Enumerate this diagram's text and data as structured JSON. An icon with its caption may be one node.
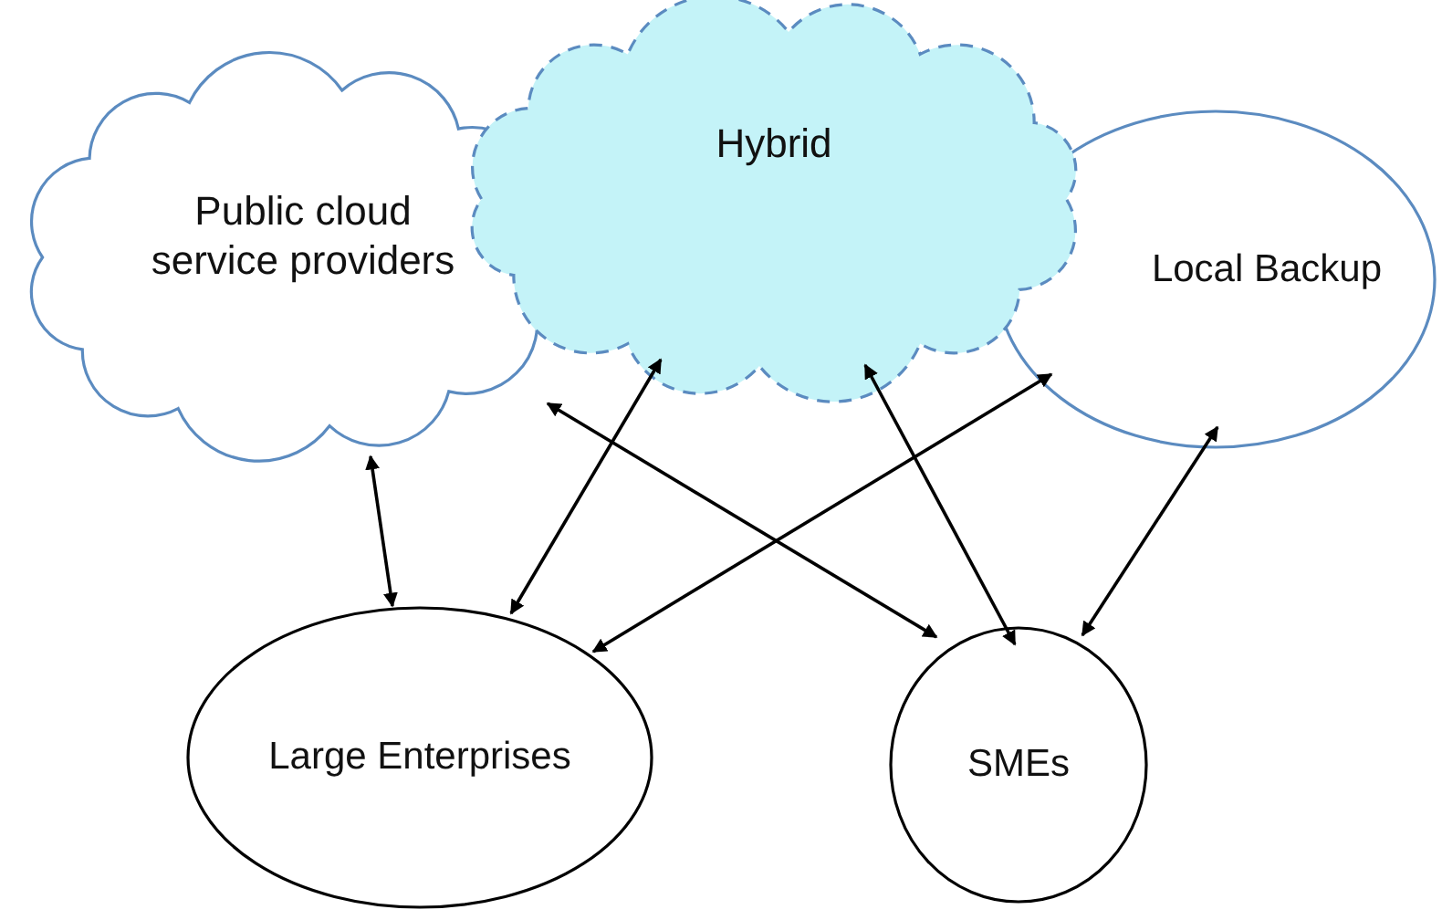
{
  "diagram": {
    "nodes": [
      {
        "text": [
          "Public cloud service providers"
        ]
      },
      {
        "text": [
          "Hybrid"
        ]
      },
      {
        "text": [
          "Local Backup"
        ]
      },
      {
        "text": [
          "Large Enterprises"
        ]
      },
      {
        "text": [
          "SMEs"
        ]
      }
    ],
    "edges": [
      {
        "from": 0,
        "to": 3,
        "arrow": "both"
      },
      {
        "from": 0,
        "to": 4,
        "arrow": "both"
      },
      {
        "from": 1,
        "to": 3,
        "arrow": "both"
      },
      {
        "from": 1,
        "to": 4,
        "arrow": "both"
      },
      {
        "from": 2,
        "to": 3,
        "arrow": "both"
      },
      {
        "from": 2,
        "to": 4,
        "arrow": "both"
      }
    ]
  }
}
